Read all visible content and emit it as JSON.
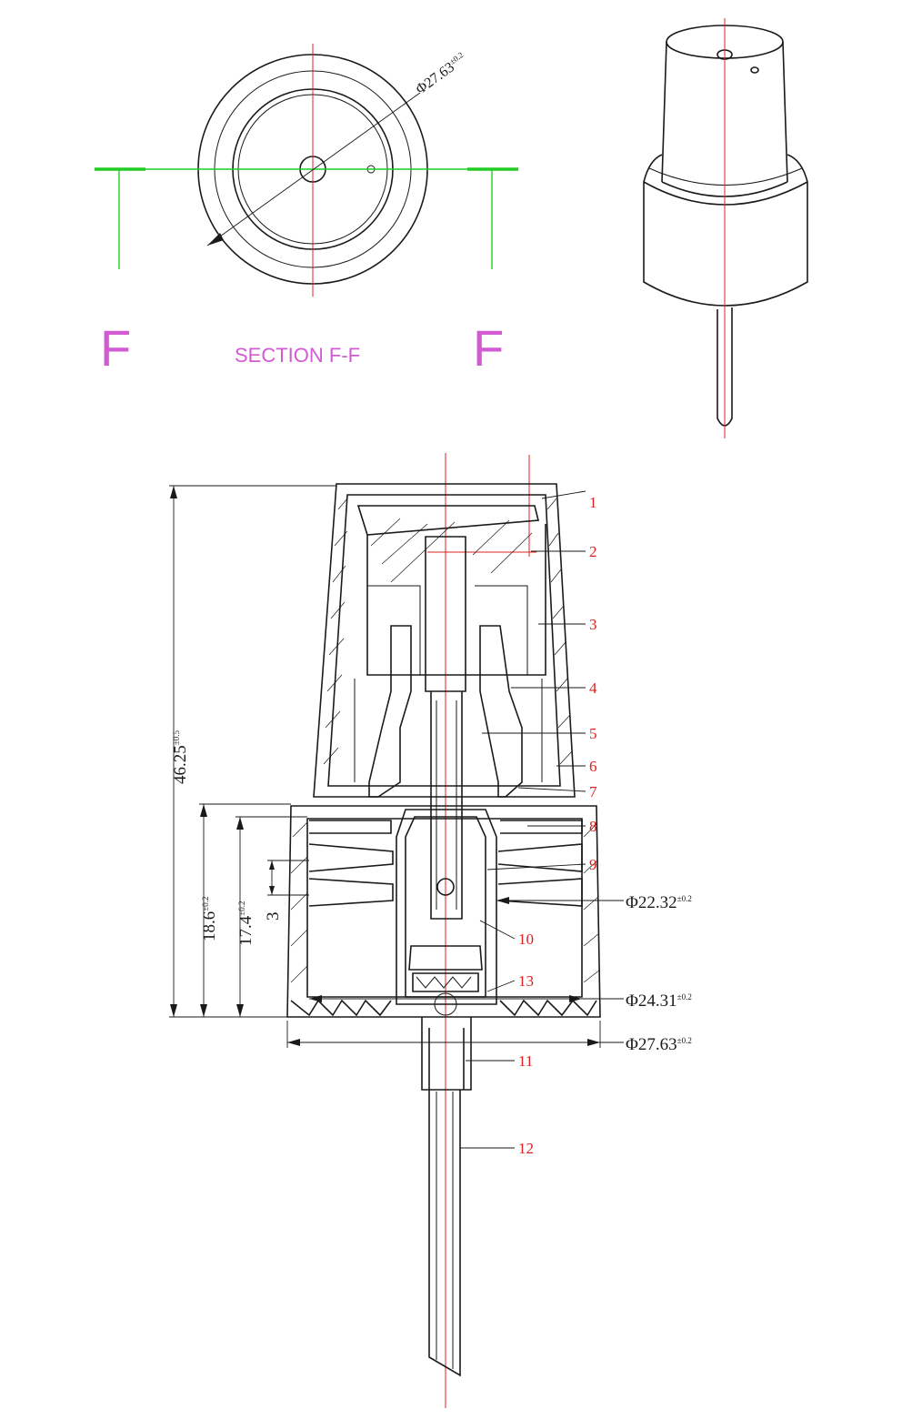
{
  "section_view": {
    "letter_left": "F",
    "letter_right": "F",
    "label": "SECTION F-F",
    "diameter_callout": {
      "value": "Φ27.63",
      "tolerance": "±0.2"
    }
  },
  "dimensions": {
    "overall_height": {
      "value": "46.25",
      "tolerance": "±0.5"
    },
    "height_18_6": {
      "value": "18.6",
      "tolerance": "±0.2"
    },
    "height_17_4": {
      "value": "17.4",
      "tolerance": "±0.2"
    },
    "thread_pitch": {
      "value": "3"
    },
    "dia_22_32": {
      "value": "Φ22.32",
      "tolerance": "±0.2"
    },
    "dia_24_31": {
      "value": "Φ24.31",
      "tolerance": "±0.2"
    },
    "dia_27_63": {
      "value": "Φ27.63",
      "tolerance": "±0.2"
    }
  },
  "part_numbers": [
    "1",
    "2",
    "3",
    "4",
    "5",
    "6",
    "7",
    "8",
    "9",
    "10",
    "13",
    "11",
    "12"
  ],
  "colors": {
    "centerline": "#e02020",
    "section_line": "#22cc22",
    "section_text": "#d25ad2",
    "part_number": "#e02020",
    "outline": "#1a1a1a"
  }
}
